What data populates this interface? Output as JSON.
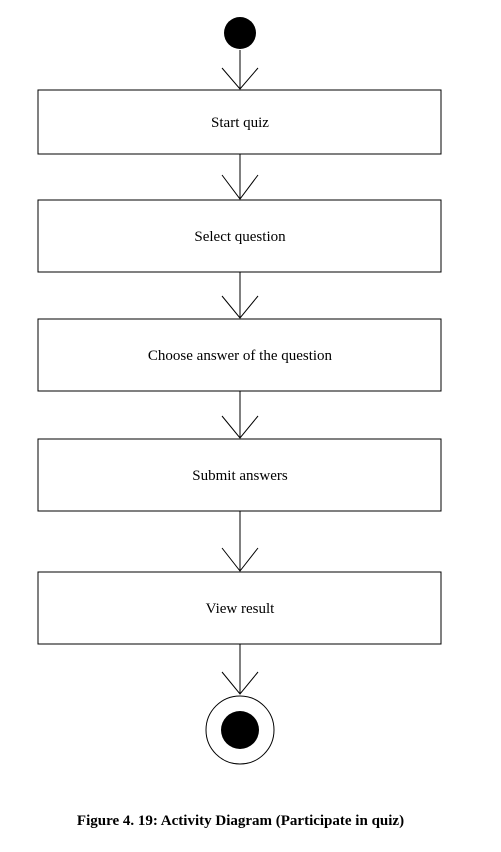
{
  "diagram": {
    "type": "activity",
    "nodes": [
      {
        "id": "start",
        "kind": "initial"
      },
      {
        "id": "a1",
        "kind": "action",
        "label": "Start quiz"
      },
      {
        "id": "a2",
        "kind": "action",
        "label": "Select question"
      },
      {
        "id": "a3",
        "kind": "action",
        "label": "Choose answer of the question"
      },
      {
        "id": "a4",
        "kind": "action",
        "label": "Submit answers"
      },
      {
        "id": "a5",
        "kind": "action",
        "label": "View result"
      },
      {
        "id": "end",
        "kind": "final"
      }
    ],
    "edges": [
      {
        "from": "start",
        "to": "a1"
      },
      {
        "from": "a1",
        "to": "a2"
      },
      {
        "from": "a2",
        "to": "a3"
      },
      {
        "from": "a3",
        "to": "a4"
      },
      {
        "from": "a4",
        "to": "a5"
      },
      {
        "from": "a5",
        "to": "end"
      }
    ]
  },
  "caption": "Figure 4. 19: Activity Diagram (Participate in quiz)",
  "colors": {
    "stroke": "#000000",
    "fill": "#ffffff",
    "node_fill": "#000000"
  }
}
